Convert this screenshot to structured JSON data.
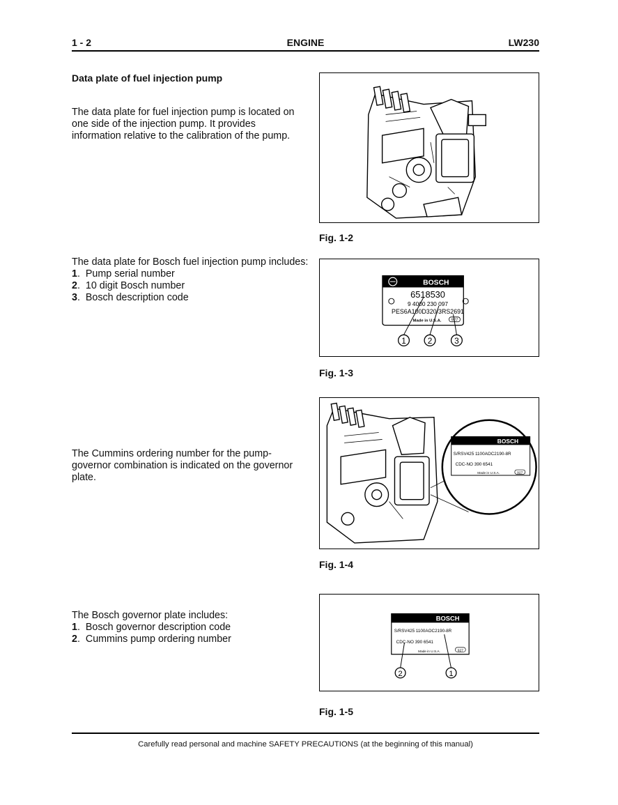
{
  "header": {
    "left": "1 - 2",
    "center": "ENGINE",
    "right": "LW230"
  },
  "section1": {
    "title": "Data plate of fuel injection pump",
    "para": "The data plate for fuel injection pump is located on one side of the injection pump. It provides information relative to the calibration of the pump."
  },
  "section2": {
    "intro": "The data plate for Bosch fuel injection pump includes:",
    "items": [
      {
        "num": "1",
        "text": "Pump serial number"
      },
      {
        "num": "2",
        "text": "10 digit Bosch number"
      },
      {
        "num": "3",
        "text": "Bosch description code"
      }
    ]
  },
  "section3": {
    "para": "The Cummins ordering number for the pump-governor combination is indicated on the governor plate."
  },
  "section4": {
    "intro": "The Bosch governor plate includes:",
    "items": [
      {
        "num": "1",
        "text": "Bosch governor description code"
      },
      {
        "num": "2",
        "text": "Cummins pump ordering number"
      }
    ]
  },
  "figures": {
    "fig2": {
      "caption": "Fig. 1-2"
    },
    "fig3": {
      "caption": "Fig. 1-3",
      "brand": "BOSCH",
      "serial": "6518530",
      "number": "9 4000 230 097",
      "code": "PES6A100D320/3RS2691",
      "made": "Made in U.S.A.",
      "tag": "927",
      "callouts": [
        "1",
        "2",
        "3"
      ]
    },
    "fig4": {
      "caption": "Fig. 1-4",
      "brand": "BOSCH",
      "line1": "S/RSV425 1100AOC2190-8R",
      "line2": "CDC-NO 390 6541",
      "made": "Made in U.S.A.",
      "tag": "927"
    },
    "fig5": {
      "caption": "Fig. 1-5",
      "brand": "BOSCH",
      "line1": "S/RSV425 1100AOC2190-8R",
      "line2": "CDC-NO 390 6541",
      "made": "Made in U.S.A.",
      "tag": "927",
      "callouts": [
        "2",
        "1"
      ]
    }
  },
  "footer": "Carefully read personal and machine SAFETY PRECAUTIONS (at the beginning of this manual)"
}
